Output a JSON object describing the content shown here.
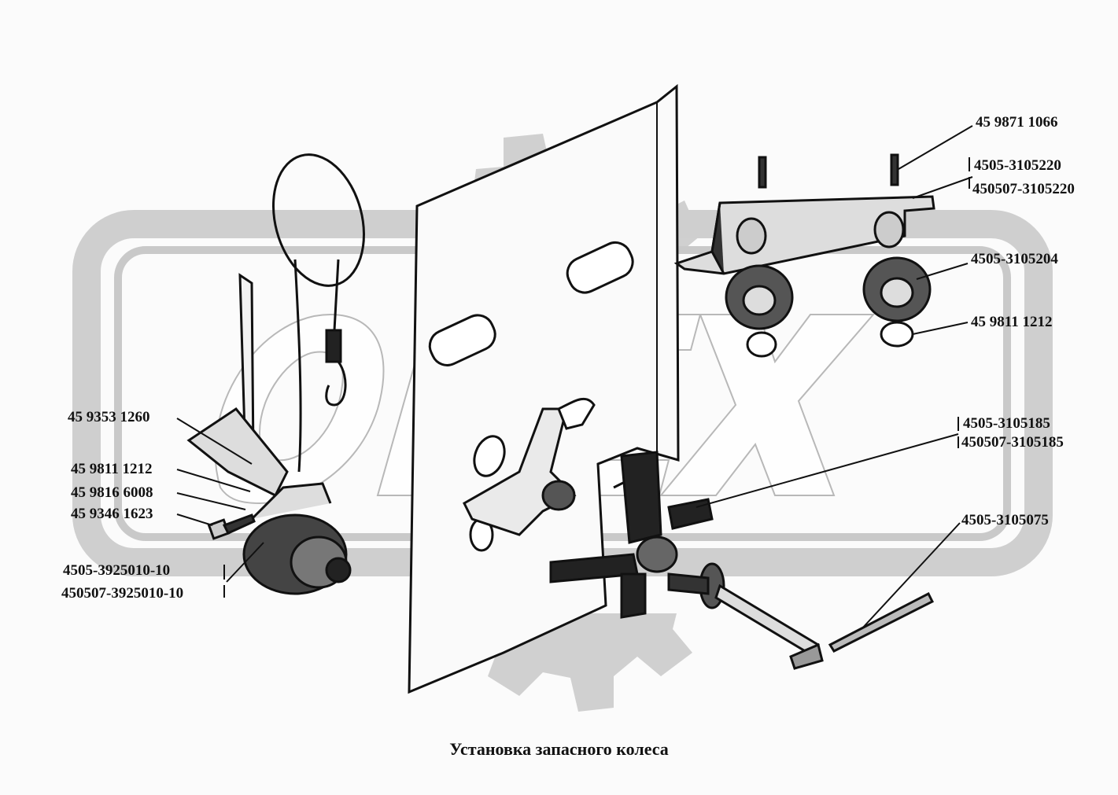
{
  "watermark": {
    "text": "OPEX"
  },
  "labels": {
    "part_459871_1066": "45 9871 1066",
    "part_4505_3105220": "4505-3105220",
    "part_450507_3105220": "450507-3105220",
    "part_4505_3105204": "4505-3105204",
    "part_459811_1212_right": "45 9811 1212",
    "part_4505_3105185": "4505-3105185",
    "part_450507_3105185": "450507-3105185",
    "part_4505_3105075": "4505-3105075",
    "part_459353_1260": "45 9353 1260",
    "part_459811_1212_left": "45 9811 1212",
    "part_459816_6008": "45 9816 6008",
    "part_459346_1623": "45 9346 1623",
    "part_4505_3925010_10": "4505-3925010-10",
    "part_450507_3925010_10": "450507-3925010-10"
  },
  "caption": "Установка запасного колеса"
}
